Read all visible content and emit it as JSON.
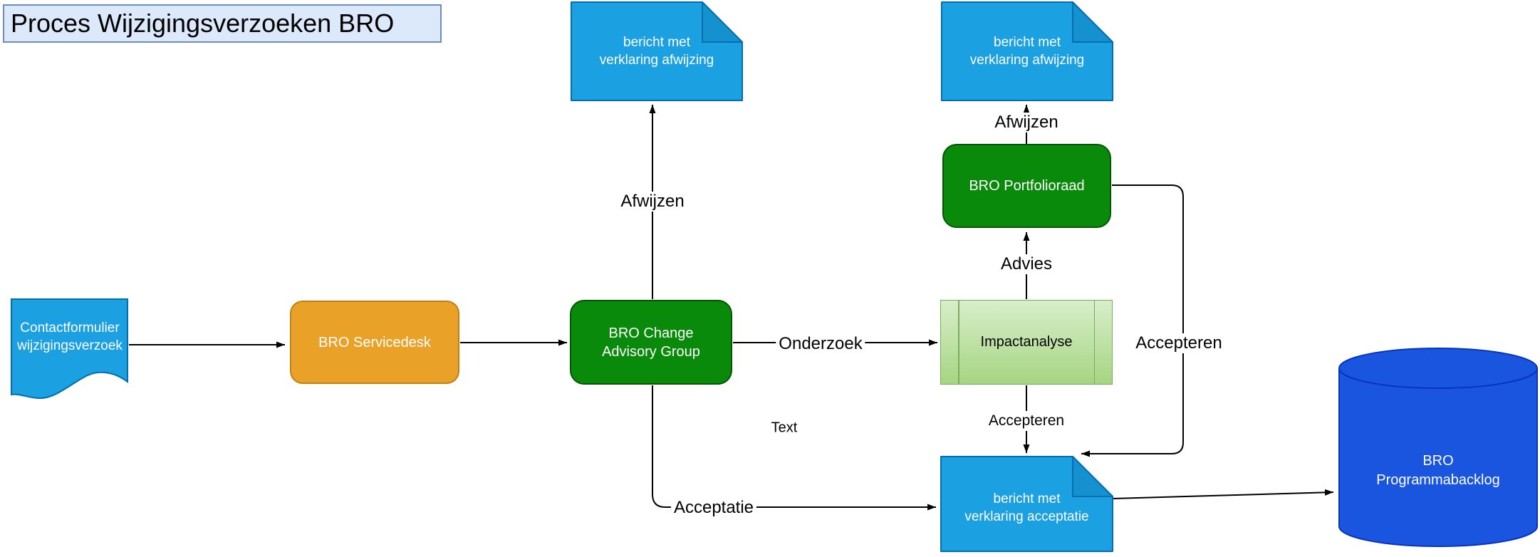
{
  "title": "Proces Wijzigingsverzoeken BRO",
  "colors": {
    "note_fill": "#1ba1e2",
    "note_stroke": "#006eaf",
    "note_fold": "#1591cf",
    "green_fill": "#0a8a0a",
    "green_stroke": "#005700",
    "orange_fill": "#e9a227",
    "orange_stroke": "#c27e11",
    "impact_fill_top": "#d8eecb",
    "impact_fill_bottom": "#a6d581",
    "impact_stroke": "#7cad5e",
    "cylinder_fill": "#1a55e0",
    "cylinder_stroke": "#0733c1",
    "title_fill": "#dbe9fb",
    "title_stroke": "#6c8ebf",
    "edge_color": "#000000"
  },
  "nodes": {
    "contactformulier": {
      "line1": "Contactformulier",
      "line2": "wijzigingsverzoek"
    },
    "servicedesk": {
      "label": "BRO Servicedesk"
    },
    "change_advisory_group": {
      "line1": "BRO Change",
      "line2": "Advisory Group"
    },
    "note_afwijzing_left": {
      "line1": "bericht met",
      "line2": "verklaring afwijzing"
    },
    "note_afwijzing_right": {
      "line1": "bericht met",
      "line2": "verklaring afwijzing"
    },
    "portfolioraad": {
      "label": "BRO Portfolioraad"
    },
    "impactanalyse": {
      "label": "Impactanalyse"
    },
    "note_acceptatie": {
      "line1": "bericht met",
      "line2": "verklaring acceptatie"
    },
    "programmabacklog": {
      "line1": "BRO",
      "line2": "Programmabacklog"
    }
  },
  "edge_labels": {
    "afwijzen_left": "Afwijzen",
    "onderzoek": "Onderzoek",
    "advies": "Advies",
    "afwijzen_right": "Afwijzen",
    "accepteren_right": "Accepteren",
    "accepteren_middle": "Accepteren",
    "acceptatie": "Acceptatie",
    "floating_text": "Text"
  }
}
